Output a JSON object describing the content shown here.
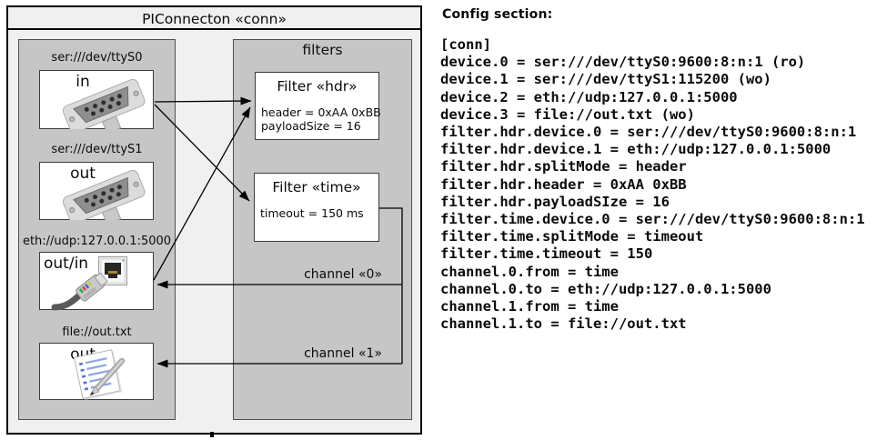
{
  "diagram": {
    "title": "PIConnecton «conn»",
    "devices": [
      {
        "label": "ser:///dev/ttyS0",
        "port": "in",
        "icon": "serial-connector"
      },
      {
        "label": "ser:///dev/ttyS1",
        "port": "out",
        "icon": "serial-connector"
      },
      {
        "label": "eth://udp:127.0.0.1:5000",
        "port": "out/in",
        "icon": "ethernet-connector"
      },
      {
        "label": "file://out.txt",
        "port": "out",
        "icon": "notepad-pencil"
      }
    ],
    "filters_panel_title": "filters",
    "filters": [
      {
        "title": "Filter «hdr»",
        "attributes": [
          "header = 0xAA 0xBB",
          "payloadSize = 16"
        ]
      },
      {
        "title": "Filter «time»",
        "attributes": [
          "timeout = 150 ms"
        ]
      }
    ],
    "channel_labels": [
      "channel «0»",
      "channel «1»"
    ],
    "colors": {
      "panel_fill": "#c6c6c6",
      "diagram_fill": "#f0f0f0",
      "box_fill": "#ffffff",
      "line": "#000000"
    }
  },
  "config": {
    "heading": "Config section:",
    "lines": [
      "[conn]",
      "device.0 = ser:///dev/ttyS0:9600:8:n:1 (ro)",
      "device.1 = ser:///dev/ttyS1:115200 (wo)",
      "device.2 = eth://udp:127.0.0.1:5000",
      "device.3 = file://out.txt (wo)",
      "filter.hdr.device.0 = ser:///dev/ttyS0:9600:8:n:1",
      "filter.hdr.device.1 = eth://udp:127.0.0.1:5000",
      "filter.hdr.splitMode = header",
      "filter.hdr.header = 0xAA 0xBB",
      "filter.hdr.payloadSIze = 16",
      "filter.time.device.0 = ser:///dev/ttyS0:9600:8:n:1",
      "filter.time.splitMode = timeout",
      "filter.time.timeout = 150",
      "channel.0.from = time",
      "channel.0.to = eth://udp:127.0.0.1:5000",
      "channel.1.from = time",
      "channel.1.to = file://out.txt"
    ]
  }
}
